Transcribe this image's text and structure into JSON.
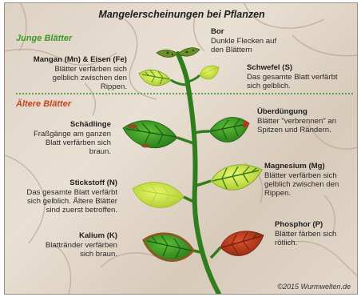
{
  "title": "Mangelerscheinungen bei Pflanzen",
  "sections": {
    "young": "Junge Blätter",
    "old": "Ältere Blätter"
  },
  "deficiencies": {
    "mangan_eisen": {
      "heading": "Mangan (Mn) & Eisen (Fe)",
      "lines": [
        "Blätter verfärben sich",
        "gelblich zwischen den",
        "Rippen."
      ]
    },
    "bor": {
      "heading": "Bor",
      "lines": [
        "Dunkle Flecken auf",
        "den Blättern"
      ]
    },
    "schwefel": {
      "heading": "Schwefel (S)",
      "lines": [
        "Das gesamte Blatt verfärbt",
        "sich gelblich."
      ]
    },
    "schaedlinge": {
      "heading": "Schädlinge",
      "lines": [
        "Fraßgänge am ganzen",
        "Blatt verfärben sich",
        "braun."
      ]
    },
    "ueberduengung": {
      "heading": "Überdüngung",
      "lines": [
        "Blätter \"verbrennen\" an",
        "Spitzen und Rändern."
      ]
    },
    "magnesium": {
      "heading": "Magnesium (Mg)",
      "lines": [
        "Blätter verfärben sich",
        "gelblich zwischen den",
        "Rippen."
      ]
    },
    "stickstoff": {
      "heading": "Stickstoff (N)",
      "lines": [
        "Das gesamte Blatt verfärbt",
        "sich gelblich. Ältere Blätter",
        "sind zuerst betroffen."
      ]
    },
    "phosphor": {
      "heading": "Phosphor (P)",
      "lines": [
        "Blätter färben sich",
        "rötlich."
      ]
    },
    "kalium": {
      "heading": "Kalium (K)",
      "lines": [
        "Blattränder verfärben",
        "sich braun."
      ]
    }
  },
  "credit": "©2015 Wurmwelten.de",
  "colors": {
    "section_young": "#3a9a22",
    "section_old": "#c8421a",
    "stem": "#2f7d1c",
    "leaf_healthy": "#3d9a25",
    "leaf_yellow": "#c6df3e",
    "leaf_red": "#b8381e",
    "leaf_brown_edge": "#8a5a23"
  }
}
